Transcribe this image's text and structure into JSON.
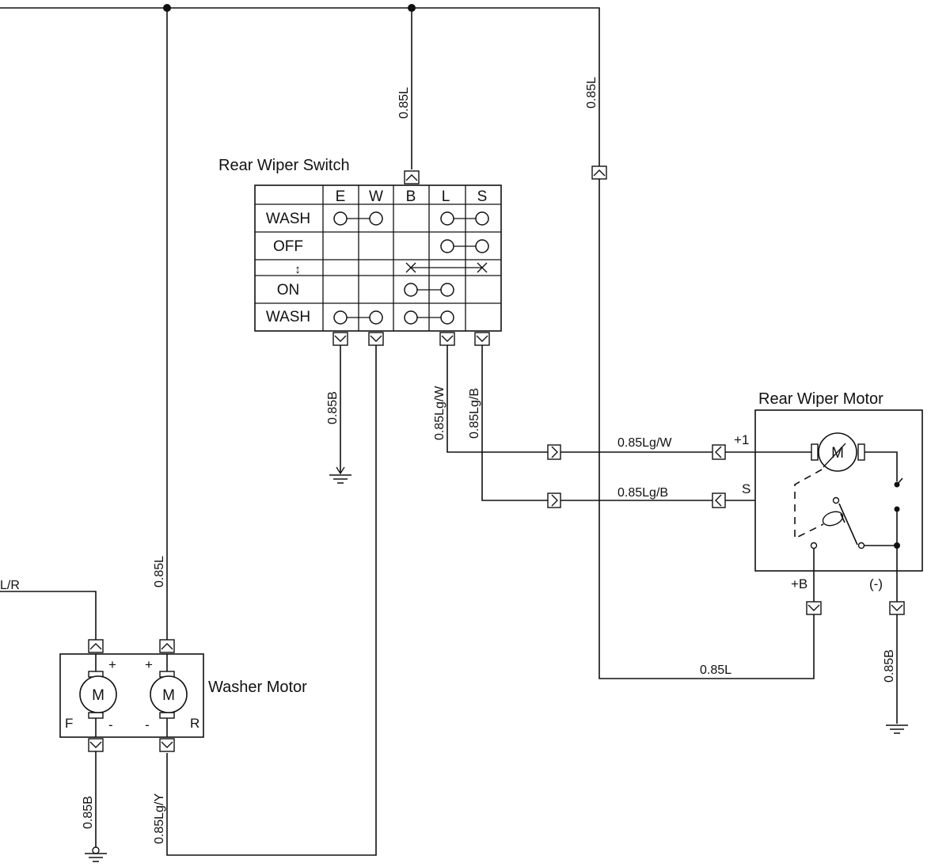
{
  "labels": {
    "switch_title": "Rear Wiper Switch",
    "motor_title": "Rear Wiper Motor",
    "washer_title": "Washer Motor",
    "terminal_plus1": "+1",
    "terminal_s": "S",
    "terminal_plus_b": "+B",
    "terminal_minus": "(-)",
    "washer_plus_left": "+",
    "washer_plus_right": "+",
    "washer_minus_left": "-",
    "washer_minus_right": "-",
    "washer_f": "F",
    "washer_r": "R",
    "motor_m_wiper": "M",
    "motor_m_washer_f": "M",
    "motor_m_washer_r": "M"
  },
  "switch_table": {
    "headers": [
      "E",
      "W",
      "B",
      "L",
      "S"
    ],
    "rows": [
      "WASH",
      "OFF",
      "↕",
      "ON",
      "WASH"
    ]
  },
  "wires": {
    "top_b": "0.85L",
    "top_right": "0.85L",
    "ground_e": "0.85B",
    "sw_l": "0.85Lg/W",
    "sw_s": "0.85Lg/B",
    "run_lg_w": "0.85Lg/W",
    "run_lg_b": "0.85Lg/B",
    "bottom_l": "0.85L",
    "motor_ground": "0.85B",
    "left_lr": "L/R",
    "washer_feed": "0.85L",
    "washer_ground": "0.85B",
    "washer_lgy": "0.85Lg/Y"
  }
}
